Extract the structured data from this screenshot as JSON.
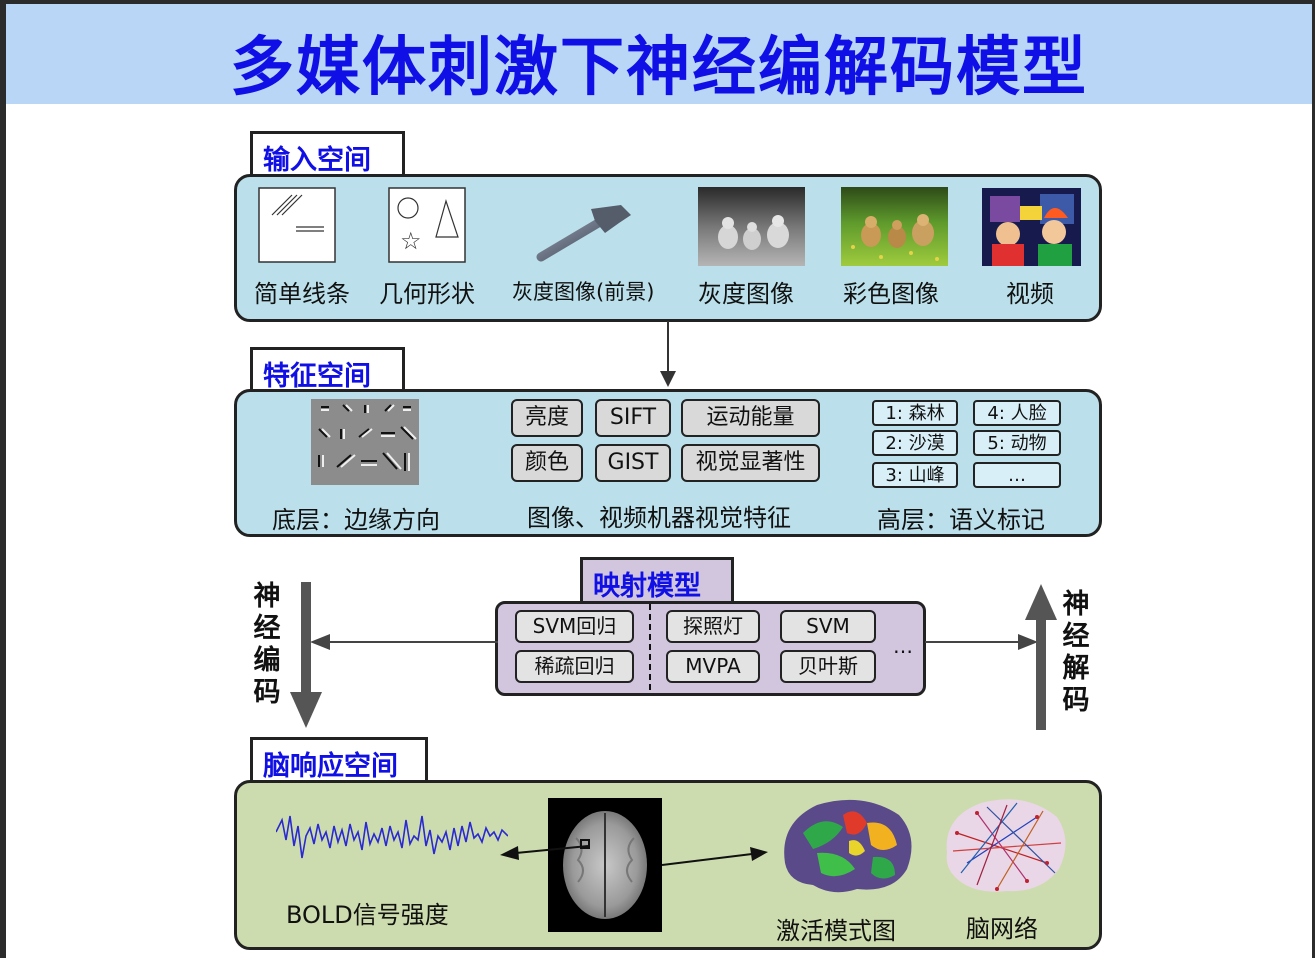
{
  "title": "多媒体刺激下神经编解码模型",
  "input_space": {
    "tag": "输入空间",
    "items": [
      "简单线条",
      "几何形状",
      "灰度图像(前景)",
      "灰度图像",
      "彩色图像",
      "视频"
    ]
  },
  "feature_space": {
    "tag": "特征空间",
    "low_caption": "底层：边缘方向",
    "mid_caption": "图像、视频机器视觉特征",
    "high_caption": "高层：语义标记",
    "features": [
      "亮度",
      "SIFT",
      "运动能量",
      "颜色",
      "GIST",
      "视觉显著性"
    ],
    "semantic_tags": [
      "1: 森林",
      "4: 人脸",
      "2: 沙漠",
      "5: 动物",
      "3: 山峰",
      "…"
    ]
  },
  "mapping": {
    "tag": "映射模型",
    "methods": [
      "SVM回归",
      "探照灯",
      "SVM",
      "稀疏回归",
      "MVPA",
      "贝叶斯"
    ],
    "ellipsis": "…"
  },
  "encode_label": "神经编码",
  "decode_label": "神经解码",
  "brain_space": {
    "tag": "脑响应空间",
    "bold_caption": "BOLD信号强度",
    "activation_caption": "激活模式图",
    "network_caption": "脑网络"
  }
}
